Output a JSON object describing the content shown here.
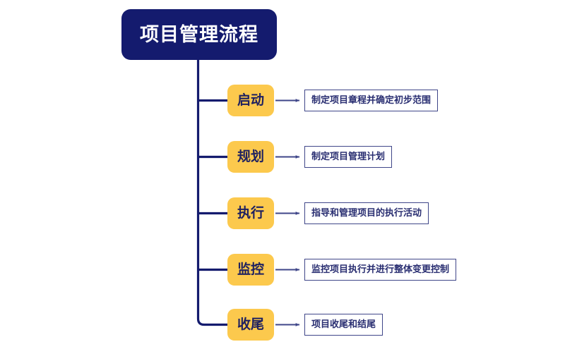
{
  "diagram": {
    "type": "flowchart",
    "orientation": "vertical-trunk-with-horizontal-branches",
    "colors": {
      "root_fill": "#141B6E",
      "root_text": "#ffffff",
      "stage_fill": "#FCC94D",
      "stage_text": "#1F2160",
      "desc_border": "#3F4689",
      "desc_fill": "#ffffff",
      "desc_text": "#2A2F72",
      "trunk_line": "#141B6E",
      "arrow_line": "#3F4689",
      "background": "#ffffff"
    },
    "root": {
      "label": "项目管理流程"
    },
    "branches": [
      {
        "stage": "启动",
        "description": "制定项目章程并确定初步范围",
        "arrow": "arrow-right-icon"
      },
      {
        "stage": "规划",
        "description": "制定项目管理计划",
        "arrow": "arrow-right-icon"
      },
      {
        "stage": "执行",
        "description": "指导和管理项目的执行活动",
        "arrow": "arrow-right-icon"
      },
      {
        "stage": "监控",
        "description": "监控项目执行并进行整体变更控制",
        "arrow": "arrow-right-icon"
      },
      {
        "stage": "收尾",
        "description": "项目收尾和结尾",
        "arrow": "arrow-right-icon"
      }
    ]
  }
}
